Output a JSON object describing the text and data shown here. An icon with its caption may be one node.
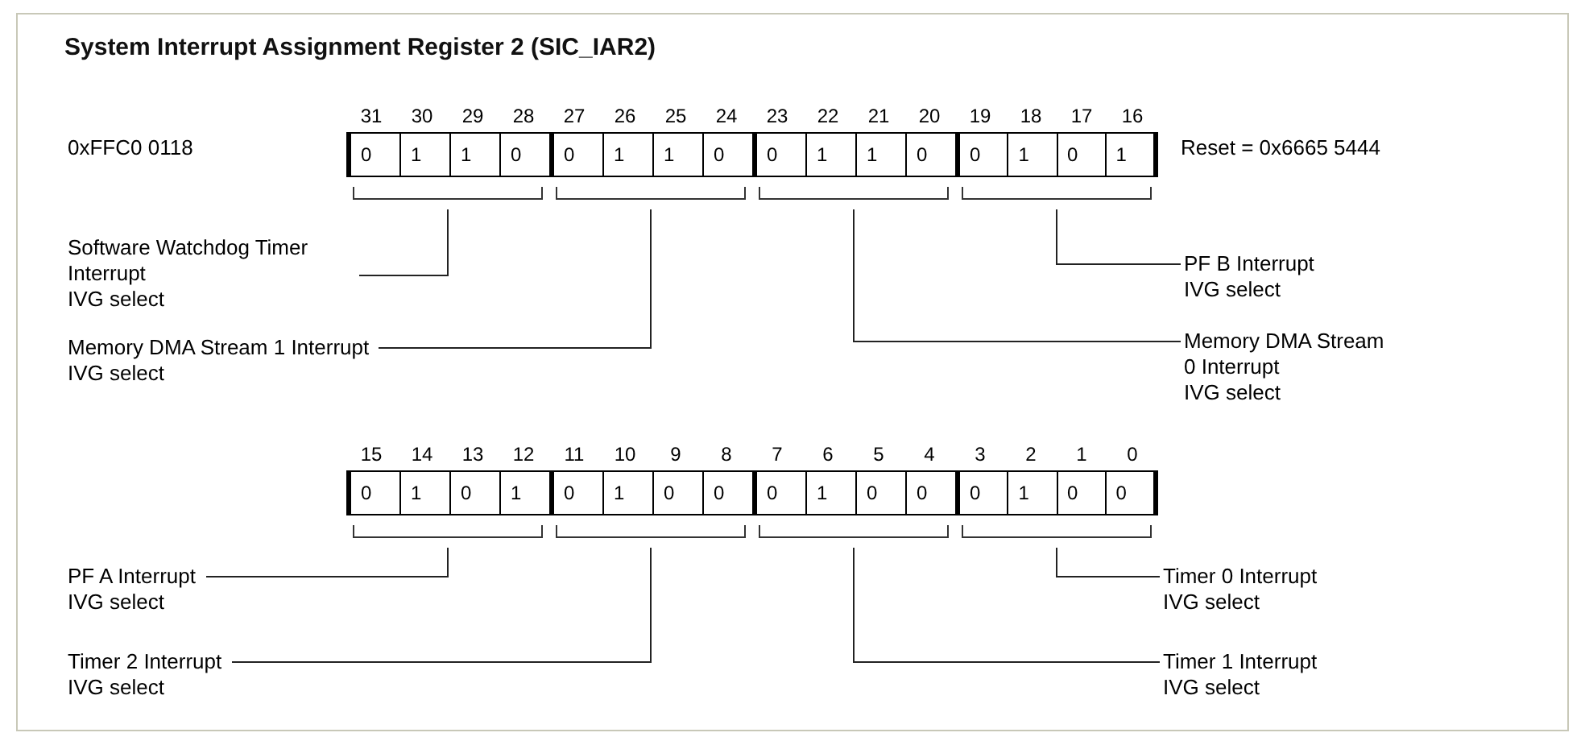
{
  "diagram": {
    "title": "System Interrupt Assignment Register 2 (SIC_IAR2)",
    "nodes": [
      {
        "text": [
          "0",
          "1",
          "1",
          "0"
        ],
        "beside": [
          "31",
          "30",
          "29",
          "28"
        ]
      },
      {
        "text": [
          "0",
          "1",
          "1",
          "0"
        ],
        "beside": [
          "27",
          "26",
          "25",
          "24"
        ]
      },
      {
        "text": [
          "0",
          "1",
          "1",
          "0"
        ],
        "beside": [
          "23",
          "22",
          "21",
          "20"
        ]
      },
      {
        "text": [
          "0",
          "1",
          "0",
          "1"
        ],
        "beside": [
          "19",
          "18",
          "17",
          "16"
        ]
      },
      {
        "text": [
          "Software Watchdog Timer Interrupt",
          "IVG select"
        ]
      },
      {
        "text": [
          "PF B Interrupt",
          "IVG select"
        ]
      },
      {
        "text": [
          "Memory DMA Stream 1 Interrupt",
          "IVG select"
        ]
      },
      {
        "text": [
          "Memory DMA Stream 0 Interrupt",
          "IVG select"
        ]
      },
      {
        "text": [
          "0",
          "1",
          "0",
          "1"
        ],
        "beside": [
          "15",
          "14",
          "13",
          "12"
        ]
      },
      {
        "text": [
          "0",
          "1",
          "0",
          "0"
        ],
        "beside": [
          "11",
          "10",
          "9",
          "8"
        ]
      },
      {
        "text": [
          "0",
          "1",
          "0",
          "0"
        ],
        "beside": [
          "7",
          "6",
          "5",
          "4"
        ]
      },
      {
        "text": [
          "0",
          "1",
          "0",
          "0"
        ],
        "beside": [
          "3",
          "2",
          "1",
          "0"
        ]
      },
      {
        "text": [
          "PF A Interrupt",
          "IVG select"
        ]
      },
      {
        "text": [
          "Timer 0 Interrupt",
          "IVG select"
        ]
      },
      {
        "text": [
          "Timer 2 Interrupt",
          "IVG select"
        ]
      },
      {
        "text": [
          "Timer 1 Interrupt",
          "IVG select"
        ]
      }
    ],
    "edges": [
      {
        "from": 4,
        "to": 0,
        "arrow": "none"
      },
      {
        "from": 5,
        "to": 3,
        "arrow": "none"
      },
      {
        "from": 6,
        "to": 1,
        "arrow": "none"
      },
      {
        "from": 7,
        "to": 2,
        "arrow": "none"
      },
      {
        "from": 12,
        "to": 8,
        "arrow": "none"
      },
      {
        "from": 13,
        "to": 11,
        "arrow": "none"
      },
      {
        "from": 14,
        "to": 9,
        "arrow": "none"
      },
      {
        "from": 15,
        "to": 10,
        "arrow": "none"
      }
    ],
    "labels": [
      "0xFFC0 0118",
      "Reset = 0x6665 5444"
    ]
  }
}
